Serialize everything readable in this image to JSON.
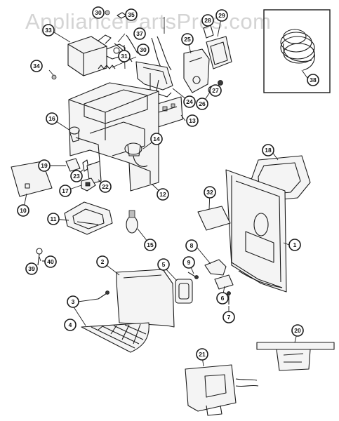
{
  "watermark": "AppliancePartsPros.com",
  "callouts": [
    {
      "id": "1",
      "label": "1"
    },
    {
      "id": "2",
      "label": "2"
    },
    {
      "id": "3",
      "label": "3"
    },
    {
      "id": "4",
      "label": "4"
    },
    {
      "id": "5",
      "label": "5"
    },
    {
      "id": "6",
      "label": "6"
    },
    {
      "id": "7",
      "label": "7"
    },
    {
      "id": "8",
      "label": "8"
    },
    {
      "id": "9",
      "label": "9"
    },
    {
      "id": "10",
      "label": "10"
    },
    {
      "id": "11",
      "label": "11"
    },
    {
      "id": "12",
      "label": "12"
    },
    {
      "id": "13",
      "label": "13"
    },
    {
      "id": "14",
      "label": "14"
    },
    {
      "id": "15",
      "label": "15"
    },
    {
      "id": "16",
      "label": "16"
    },
    {
      "id": "17",
      "label": "17"
    },
    {
      "id": "18",
      "label": "18"
    },
    {
      "id": "19",
      "label": "19"
    },
    {
      "id": "20",
      "label": "20"
    },
    {
      "id": "21",
      "label": "21"
    },
    {
      "id": "22",
      "label": "22"
    },
    {
      "id": "23",
      "label": "23"
    },
    {
      "id": "24",
      "label": "24"
    },
    {
      "id": "25",
      "label": "25"
    },
    {
      "id": "26",
      "label": "26"
    },
    {
      "id": "27",
      "label": "27"
    },
    {
      "id": "28",
      "label": "28"
    },
    {
      "id": "29",
      "label": "29"
    },
    {
      "id": "30a",
      "label": "30"
    },
    {
      "id": "30b",
      "label": "30"
    },
    {
      "id": "31",
      "label": "31"
    },
    {
      "id": "32",
      "label": "32"
    },
    {
      "id": "33",
      "label": "33"
    },
    {
      "id": "34",
      "label": "34"
    },
    {
      "id": "35",
      "label": "35"
    },
    {
      "id": "37",
      "label": "37"
    },
    {
      "id": "38",
      "label": "38"
    },
    {
      "id": "39",
      "label": "39"
    },
    {
      "id": "40",
      "label": "40"
    }
  ]
}
